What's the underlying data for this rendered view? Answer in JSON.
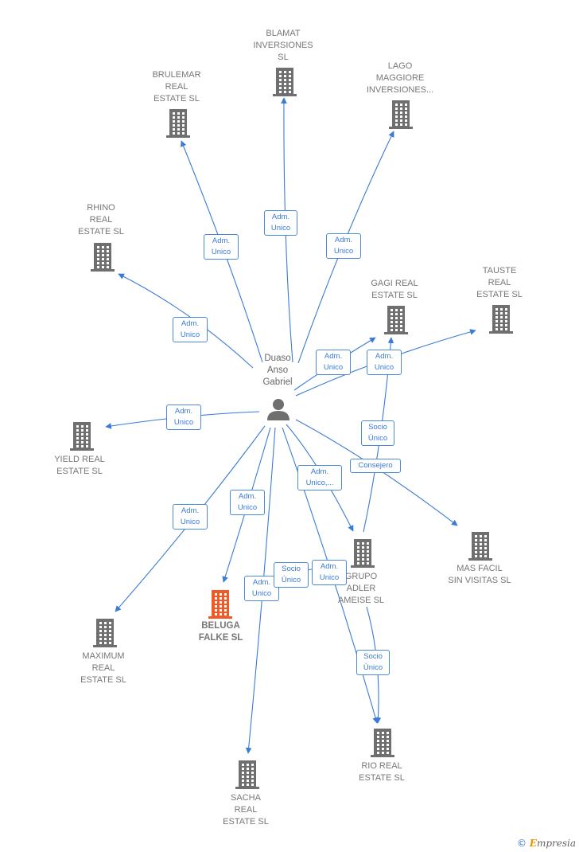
{
  "center": {
    "label": "Duaso\nAnso\nGabriel"
  },
  "companies": {
    "blamat": "BLAMAT\nINVERSIONES\nSL",
    "brulemar": "BRULEMAR\nREAL\nESTATE  SL",
    "lago": "LAGO\nMAGGIORE\nINVERSIONES...",
    "rhino": "RHINO\nREAL\nESTATE  SL",
    "tauste": "TAUSTE\nREAL\nESTATE  SL",
    "gagi": "GAGI REAL\nESTATE  SL",
    "yield": "YIELD REAL\nESTATE  SL",
    "masfacil": "MAS FACIL\nSIN VISITAS  SL",
    "grupo": "GRUPO\nADLER\nAMEISE SL",
    "beluga": "BELUGA\nFALKE  SL",
    "maximum": "MAXIMUM\nREAL\nESTATE  SL",
    "rio": "RIO REAL\nESTATE  SL",
    "sacha": "SACHA\nREAL\nESTATE  SL"
  },
  "edge_labels": {
    "adm_blamat": "Adm.\nUnico",
    "adm_brulemar": "Adm.\nUnico",
    "adm_lago": "Adm.\nUnico",
    "adm_rhino": "Adm.\nUnico",
    "adm_gagi": "Adm.\nUnico",
    "adm_tauste": "Adm.\nUnico",
    "adm_yield": "Adm.\nUnico",
    "adm_grupo": "Adm.\nUnico,...",
    "consejero": "Consejero",
    "socio_gagi": "Socio\nÚnico",
    "adm_beluga": "Adm.\nUnico",
    "adm_maximum": "Adm.\nUnico",
    "socio_beluga": "Socio\nÚnico",
    "adm_sacha": "Adm.\nUnico",
    "adm_rio": "Adm.\nUnico",
    "socio_rio": "Socio\nÚnico"
  },
  "colors": {
    "edge": "#3a7bd5",
    "building": "#6f6f6f",
    "highlight": "#f05a28"
  },
  "brand": {
    "symbol": "©",
    "initial": "E",
    "rest": "mpresia"
  }
}
